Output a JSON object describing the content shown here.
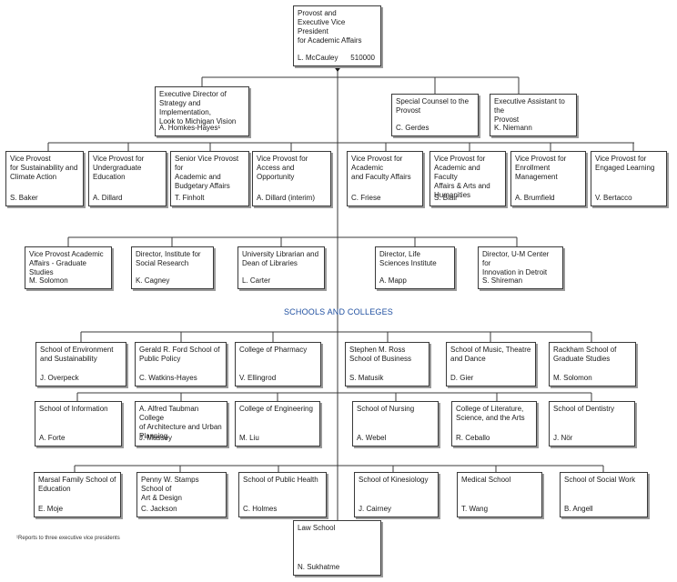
{
  "provost": {
    "title": "Provost and\nExecutive Vice President\nfor Academic Affairs",
    "name": "L. McCauley",
    "code": "510000"
  },
  "staff": [
    {
      "title": "Executive Director of\nStrategy and\nImplementation,\nLook to Michigan Vision",
      "name": "A. Homkes-Hayes¹"
    },
    {
      "title": "Special Counsel to the\nProvost",
      "name": "C. Gerdes"
    },
    {
      "title": "Executive Assistant to the\nProvost",
      "name": "K. Niemann"
    }
  ],
  "vice_provosts": [
    {
      "title": "Vice Provost\nfor Sustainability and\nClimate Action",
      "name": "S. Baker"
    },
    {
      "title": "Vice Provost for\nUndergraduate\nEducation",
      "name": "A. Dillard"
    },
    {
      "title": "Senior Vice Provost for\nAcademic and\nBudgetary Affairs",
      "name": "T. Finholt"
    },
    {
      "title": "Vice Provost for\nAccess and\nOpportunity",
      "name": "A. Dillard (interim)"
    },
    {
      "title": "Vice Provost for\nAcademic\nand Faculty Affairs",
      "name": "C. Friese"
    },
    {
      "title": "Vice Provost for\nAcademic and Faculty\nAffairs & Arts and\nHumanities",
      "name": "S. Blair"
    },
    {
      "title": "Vice Provost for\nEnrollment\nManagement",
      "name": "A. Brumfield"
    },
    {
      "title": "Vice Provost for\nEngaged Learning",
      "name": "V. Bertacco"
    }
  ],
  "directors": [
    {
      "title": "Vice Provost Academic\nAffairs - Graduate Studies",
      "name": "M. Solomon"
    },
    {
      "title": "Director, Institute for\nSocial Research",
      "name": "K. Cagney"
    },
    {
      "title": "University Librarian and\nDean of Libraries",
      "name": "L. Carter"
    },
    {
      "title": "Director, Life\nSciences Institute",
      "name": "A. Mapp"
    },
    {
      "title": "Director, U-M Center for\nInnovation in Detroit",
      "name": "S. Shireman"
    }
  ],
  "section_label": "SCHOOLS AND COLLEGES",
  "schools_row1": [
    {
      "title": "School of Environment\nand Sustainability",
      "name": "J. Overpeck"
    },
    {
      "title": "Gerald R. Ford School of\nPublic Policy",
      "name": "C. Watkins-Hayes"
    },
    {
      "title": "College of Pharmacy",
      "name": "V. Ellingrod"
    },
    {
      "title": "Stephen M. Ross\nSchool of Business",
      "name": "S. Matusik"
    },
    {
      "title": "School of Music, Theatre\nand Dance",
      "name": "D. Gier"
    },
    {
      "title": "Rackham School of\nGraduate Studies",
      "name": "M. Solomon"
    }
  ],
  "schools_row2": [
    {
      "title": "School of Information",
      "name": "A. Forte"
    },
    {
      "title": "A. Alfred Taubman College\nof Architecture and Urban\nPlanning",
      "name": "J. Massey"
    },
    {
      "title": "College of Engineering",
      "name": "M. Liu"
    },
    {
      "title": "School of Nursing",
      "name": "A. Webel"
    },
    {
      "title": "College of Literature,\nScience, and the Arts",
      "name": "R. Ceballo"
    },
    {
      "title": "School of Dentistry",
      "name": "J. Nör"
    }
  ],
  "schools_row3": [
    {
      "title": "Marsal Family School of\nEducation",
      "name": "E. Moje"
    },
    {
      "title": "Penny W. Stamps School of\nArt & Design",
      "name": "C. Jackson"
    },
    {
      "title": "School of Public Health",
      "name": "C. Holmes"
    },
    {
      "title": "School of Kinesiology",
      "name": "J. Cairney"
    },
    {
      "title": "Medical School",
      "name": "T. Wang"
    },
    {
      "title": "School of Social Work",
      "name": "B. Angell"
    }
  ],
  "law": {
    "title": "Law School",
    "name": "N. Sukhatme"
  },
  "footnote": "¹Reports to three executive vice presidents"
}
